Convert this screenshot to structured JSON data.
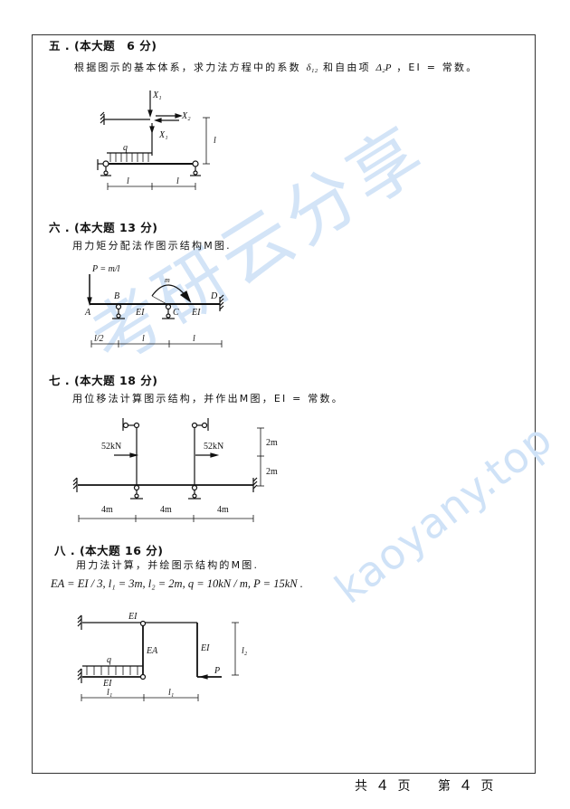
{
  "page": {
    "watermark": {
      "cjk": "考研云分享",
      "url": "kaoyany.top",
      "color": "#cfe2f7"
    },
    "footer": {
      "total_prefix": "共",
      "total_pages": "4",
      "total_suffix": "页",
      "current_prefix": "第",
      "current_page": "4",
      "current_suffix": "页"
    }
  },
  "questions": [
    {
      "number": "五 .",
      "header": "(本大题　6 分)",
      "prompt_a": "根据图示的基本体系，求力法方程中的系数",
      "delta12": "δ₁₂",
      "prompt_b": "和自由项",
      "delta2p": "Δ₂P",
      "prompt_c": "，EI = 常数。",
      "figure": {
        "labels": [
          "X₁",
          "X₂",
          "X₁",
          "q",
          "l",
          "l",
          "l"
        ]
      }
    },
    {
      "number": "六 .",
      "header": "(本大题 13 分)",
      "prompt": "用力矩分配法作图示结构M图.",
      "figure": {
        "labels": [
          "P = m/l",
          "m",
          "A",
          "B",
          "C",
          "D",
          "EI",
          "EI",
          "l/2",
          "l",
          "l"
        ]
      }
    },
    {
      "number": "七 .",
      "header": "(本大题 18 分)",
      "prompt": "用位移法计算图示结构，并作出M图，EI = 常数。",
      "figure": {
        "labels": [
          "52kN",
          "52kN",
          "2m",
          "2m",
          "4m",
          "4m",
          "4m"
        ]
      }
    },
    {
      "number": "八 .",
      "header": "(本大题 16 分)",
      "prompt": "用力法计算，并绘图示结构的M图.",
      "given": "EA = EI / 3,  l₁ = 3m,  l₂ = 2m,  q = 10kN / m,  P = 15kN .",
      "figure": {
        "labels": [
          "EI",
          "EA",
          "EI",
          "q",
          "EI",
          "P",
          "l₂",
          "l₁",
          "l₁"
        ]
      }
    }
  ]
}
